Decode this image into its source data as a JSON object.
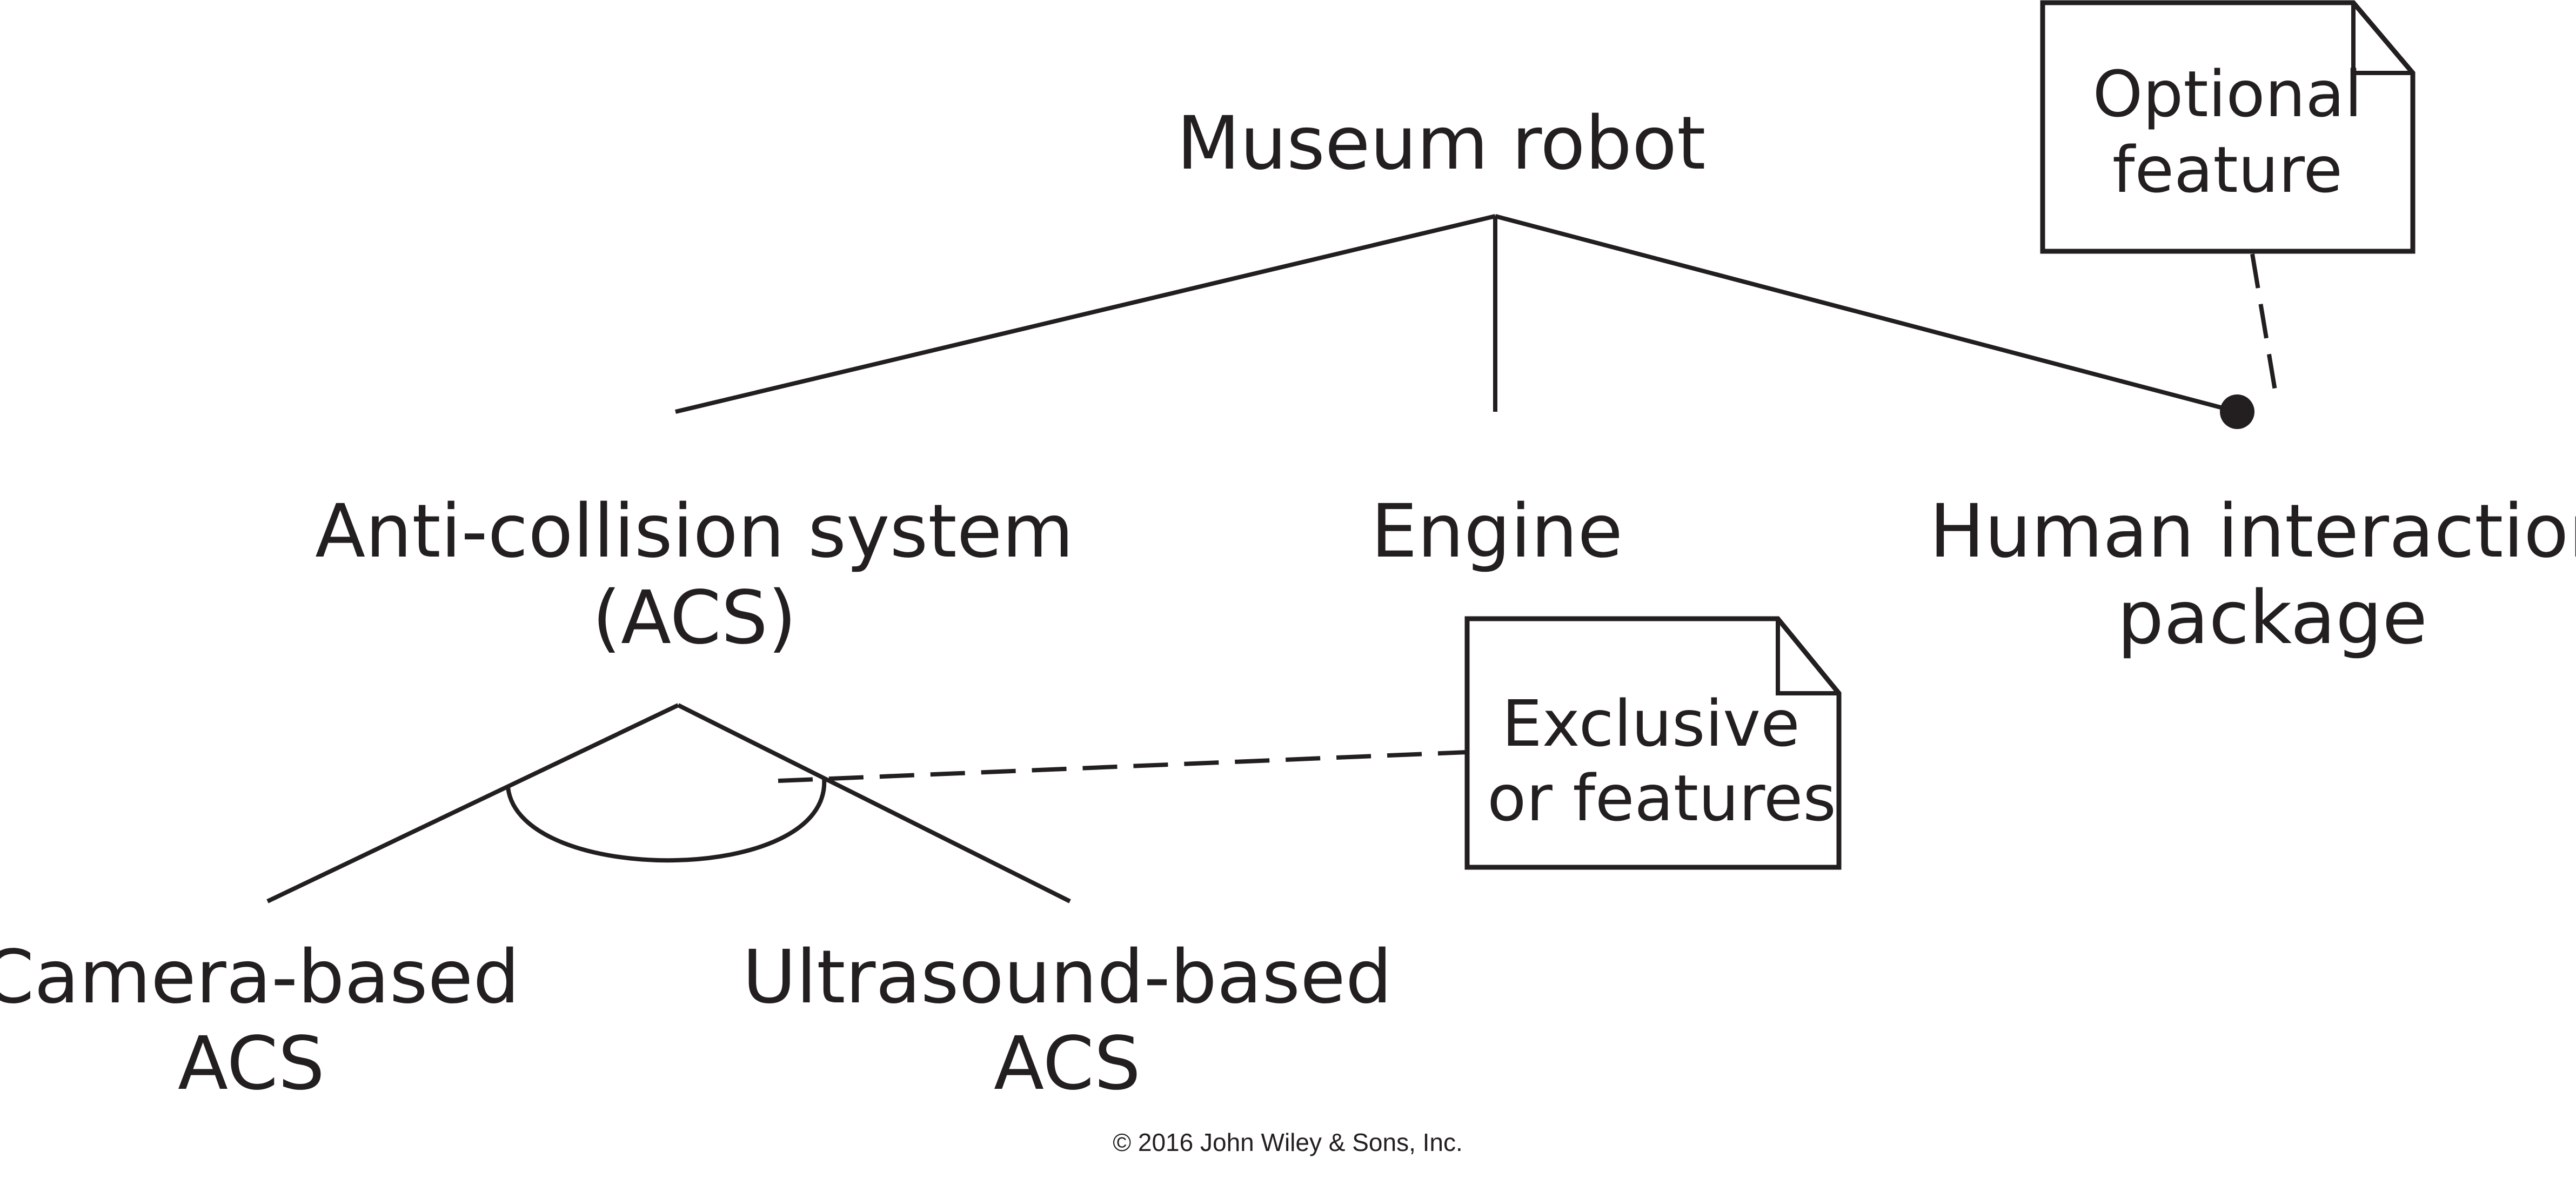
{
  "nodes": {
    "root": "Museum robot",
    "acs": {
      "line1": "Anti-collision system",
      "line2": "(ACS)"
    },
    "engine": "Engine",
    "human": {
      "line1": "Human interaction",
      "line2": "package"
    },
    "camera": {
      "line1": "Camera-based",
      "line2": "ACS"
    },
    "ultrasound": {
      "line1": "Ultrasound-based",
      "line2": "ACS"
    }
  },
  "notes": {
    "optional": {
      "line1": "Optional",
      "line2": "feature"
    },
    "exclusive": {
      "line1": "Exclusive",
      "line2": "or features"
    }
  },
  "copyright": "© 2016 John Wiley & Sons, Inc."
}
